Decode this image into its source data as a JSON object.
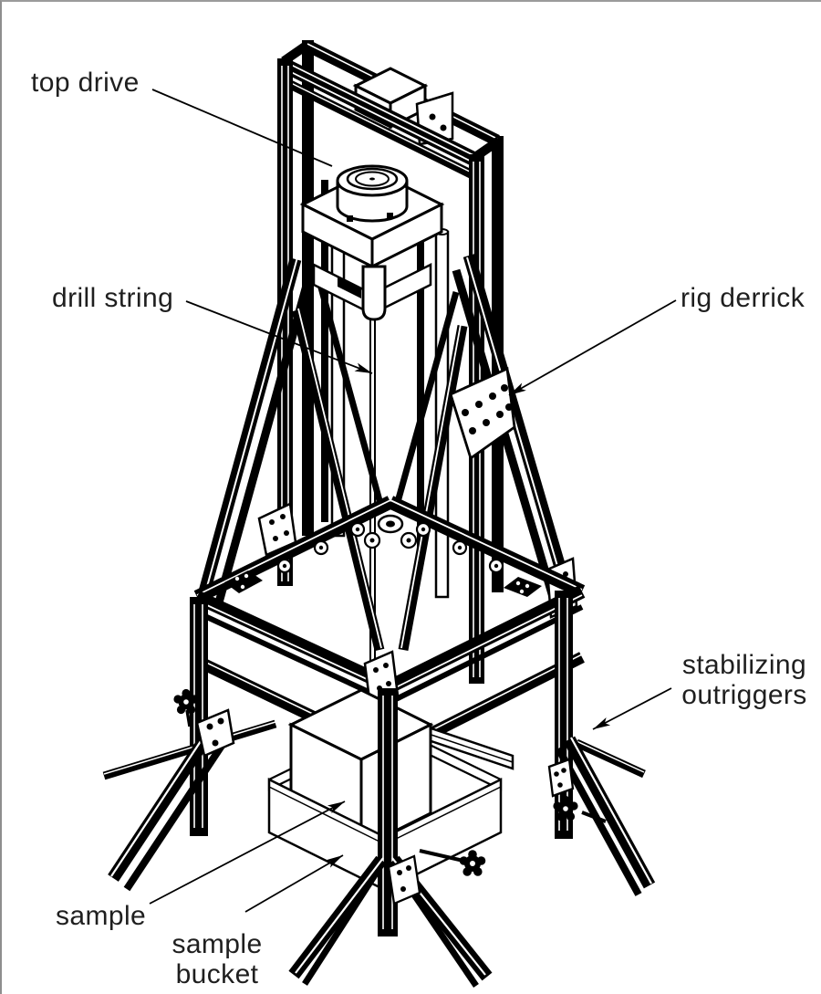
{
  "figure": {
    "title": "Isometric CAD line drawing of a laboratory drilling rig",
    "style": "black line art on white background",
    "background_color": "#ffffff",
    "line_color": "#000000",
    "text_color": "#1f1f1f",
    "border_color": "#9b9b9b"
  },
  "labels": {
    "top_drive": {
      "text": "top drive"
    },
    "drill_string": {
      "text": "drill string"
    },
    "rig_derrick": {
      "text": "rig derrick"
    },
    "stabilizing_outriggers": {
      "line1": "stabilizing",
      "line2": "outriggers"
    },
    "sample": {
      "text": "sample"
    },
    "sample_bucket": {
      "line1": "sample",
      "line2": "bucket"
    }
  },
  "callouts": [
    {
      "label": "top drive",
      "has_arrowhead": false,
      "points_to": "rotary top-drive carriage at head of derrick"
    },
    {
      "label": "drill string",
      "has_arrowhead": true,
      "points_to": "vertical drill rod in center of derrick"
    },
    {
      "label": "rig derrick",
      "has_arrowhead": true,
      "points_to": "bolted gusset plate on right diagonal brace"
    },
    {
      "label": "stabilizing outriggers",
      "has_arrowhead": true,
      "points_to": "splayed outrigger feet at base of right leg"
    },
    {
      "label": "sample",
      "has_arrowhead": true,
      "points_to": "block sample standing in bucket"
    },
    {
      "label": "sample bucket",
      "has_arrowhead": true,
      "points_to": "open-top bucket below drill string"
    }
  ]
}
